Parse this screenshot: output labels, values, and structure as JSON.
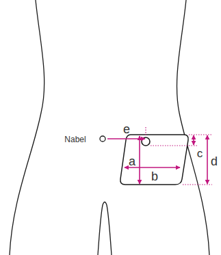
{
  "diagram": {
    "labels": [
      "Nabel",
      "e",
      "a",
      "b",
      "c",
      "d"
    ]
  }
}
